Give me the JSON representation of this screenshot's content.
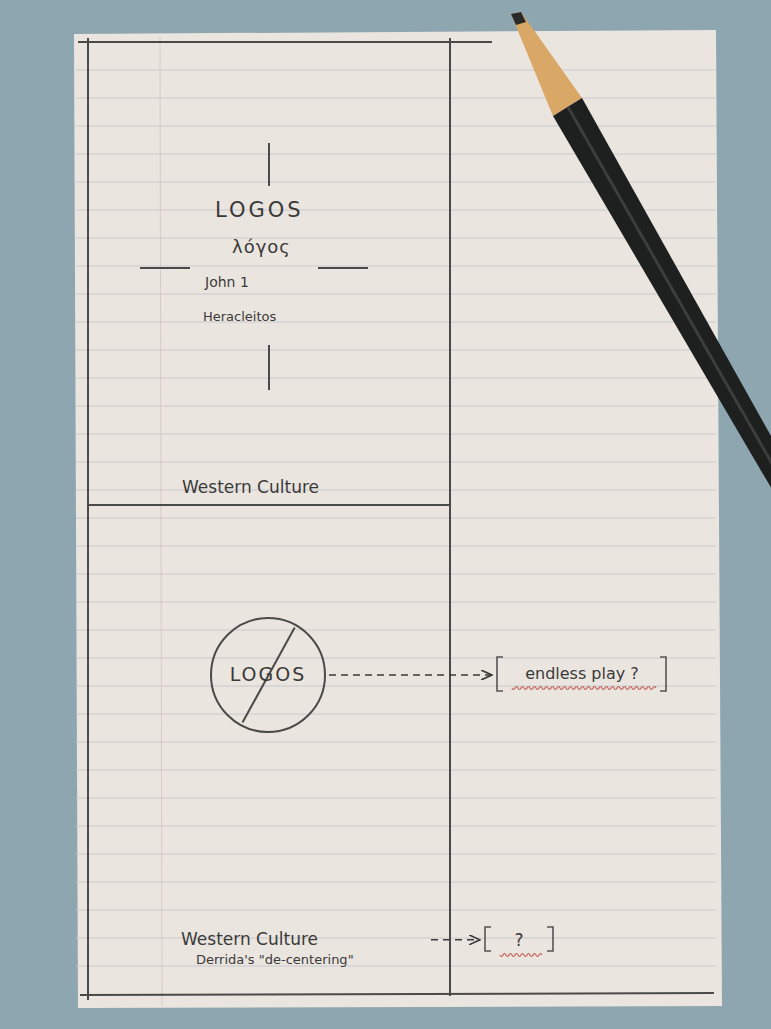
{
  "diagram": {
    "nodes": [
      {
        "text": [
          "LOGOS"
        ]
      },
      {
        "text": [
          "endless play ?"
        ]
      },
      {
        "text": [
          "Western Culture",
          "Derrida's \"de-centering\""
        ]
      },
      {
        "text": [
          "?"
        ]
      }
    ],
    "edges": [
      {
        "from": 0,
        "to": 1,
        "arrow": "to"
      },
      {
        "from": 2,
        "to": 3,
        "arrow": "to"
      }
    ],
    "labels": [
      "LOGOS",
      "λόγος",
      "John 1",
      "Heracleitos",
      "Western Culture"
    ]
  }
}
